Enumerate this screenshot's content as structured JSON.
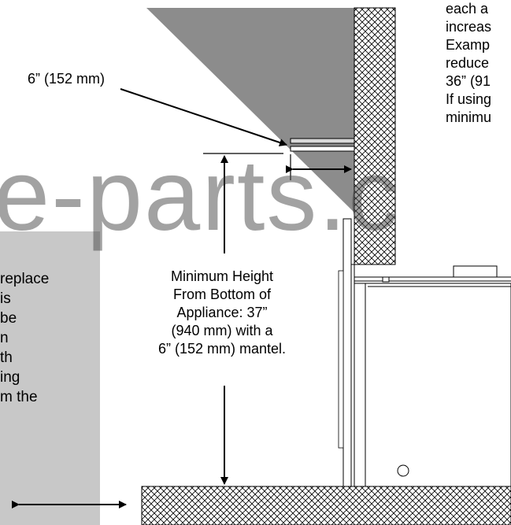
{
  "labels": {
    "mantel_depth": "6” (152 mm)",
    "min_height_lines": [
      "Minimum Height",
      "From Bottom of",
      "Appliance: 37”",
      "(940 mm) with a",
      "6” (152 mm) mantel."
    ]
  },
  "right_text_lines": [
    "each a",
    "increas",
    "Examp",
    "reduce",
    "36” (91",
    "If using",
    "minimu"
  ],
  "left_text_lines": [
    "replace",
    "is",
    "be",
    "n",
    "th",
    "ing",
    "m the"
  ],
  "watermark": "e-parts.c",
  "colors": {
    "mantel_fill": "#8c8c8c",
    "side_panel_fill": "#c8c8c8",
    "line": "#000000"
  }
}
